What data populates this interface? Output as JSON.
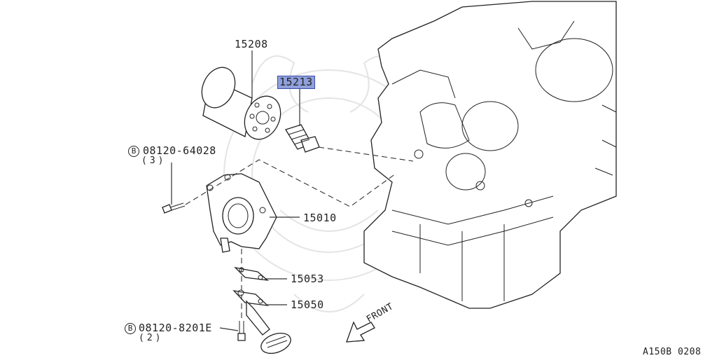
{
  "parts": {
    "oil_filter": "15208",
    "connector_stud": "15213",
    "oil_pump": "15010",
    "gasket_upper": "15053",
    "gasket_lower": "15050",
    "bolt_upper": {
      "mark": "B",
      "number": "08120-64028",
      "qty": "(3)"
    },
    "bolt_lower": {
      "mark": "B",
      "number": "08120-8201E",
      "qty": "(2)"
    }
  },
  "front_label": "FRONT",
  "diagram_code": "A150B 0208",
  "highlight_color": "#8fa0dc"
}
